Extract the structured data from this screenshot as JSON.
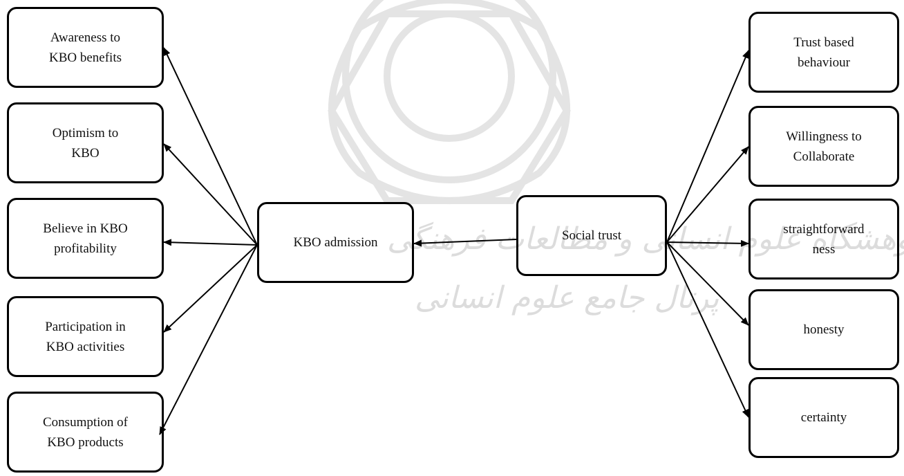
{
  "diagram": {
    "central_left": "KBO admission",
    "central_right": "Social trust",
    "left_nodes": [
      "Awareness to\nKBO benefits",
      "Optimism to\nKBO",
      "Believe in KBO\nprofitability",
      "Participation in\nKBO activities",
      "Consumption of\nKBO products"
    ],
    "right_nodes": [
      "Trust based\nbehaviour",
      "Willingness to\nCollaborate",
      "straightforward\nness",
      "honesty",
      "certainty"
    ]
  },
  "watermark": {
    "line1": "پژوهشگاه علوم انسانی و مطالعات فرهنگی",
    "line2": "پرتال جامع علوم انسانی"
  }
}
